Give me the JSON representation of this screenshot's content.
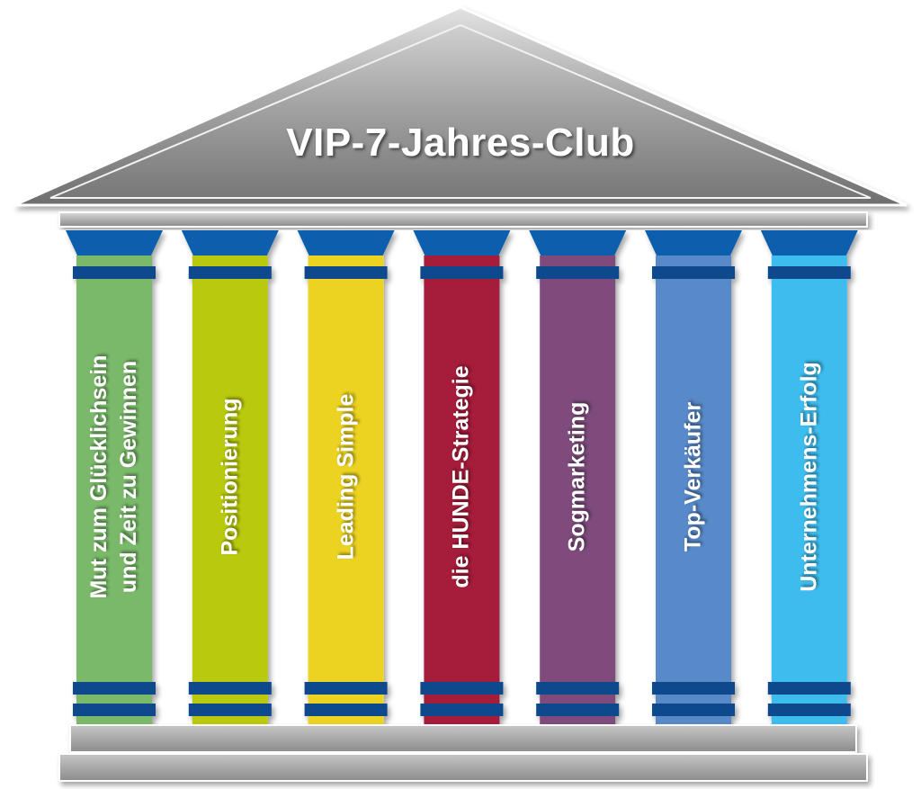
{
  "title": "VIP-7-Jahres-Club",
  "pillars": [
    {
      "lines": [
        "Mut zum Glücklichsein",
        "und Zeit zu Gewinnen"
      ],
      "color": "#7ab96b"
    },
    {
      "lines": [
        "Positionierung"
      ],
      "color": "#b9c90f"
    },
    {
      "lines": [
        "Leading Simple"
      ],
      "color": "#ecd320"
    },
    {
      "lines": [
        "die HUNDE-Strategie"
      ],
      "color": "#a61b3a"
    },
    {
      "lines": [
        "Sogmarketing"
      ],
      "color": "#7e4c7c"
    },
    {
      "lines": [
        "Top-Verkäufer"
      ],
      "color": "#5989c9"
    },
    {
      "lines": [
        "Unternehmens-Erfolg"
      ],
      "color": "#3cbcee"
    }
  ],
  "colors": {
    "capital": "#0e5fae",
    "capital_dark": "#0a4a8c",
    "roof_light": "#d6d6d6",
    "roof_dark": "#7a7a7a",
    "base": "#a8a8a8"
  }
}
